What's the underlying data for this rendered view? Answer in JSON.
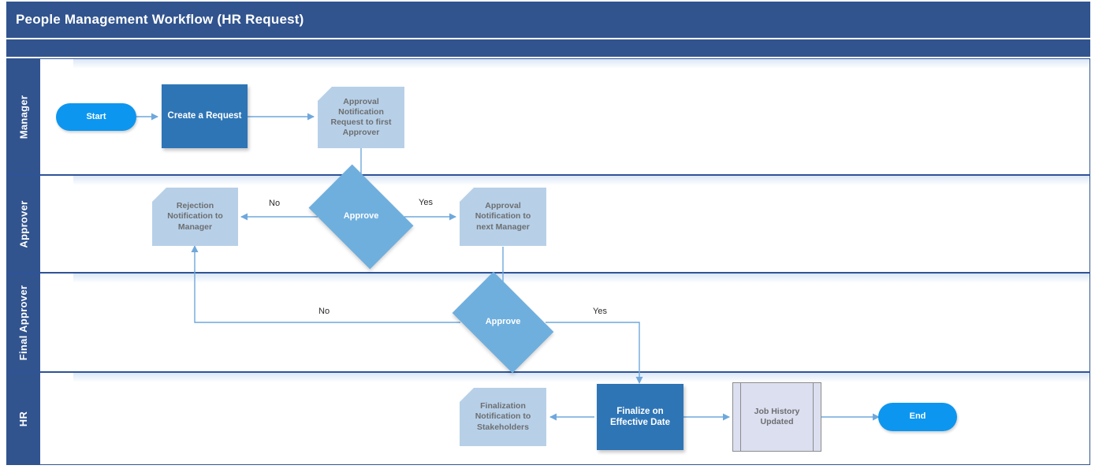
{
  "header": {
    "title": "People Management Workflow (HR Request)",
    "bar_color": "#31548F"
  },
  "theme": {
    "lane_header_color": "#31548F",
    "lane_divider_color": "#2E5398",
    "terminator_fill": "#0D96EF",
    "process_fill": "#2E75B6",
    "note_fill": "#B7D0E8",
    "decision_fill": "#6FAFDE",
    "predefined_fill": "#DCDFF0",
    "connector_color": "#6FA8DC",
    "note_text_color": "#6D6E70"
  },
  "lanes": [
    {
      "id": "manager",
      "label": "Manager"
    },
    {
      "id": "approver",
      "label": "Approver"
    },
    {
      "id": "final-approver",
      "label": "Final Approver"
    },
    {
      "id": "hr",
      "label": "HR"
    }
  ],
  "nodes": [
    {
      "id": "start",
      "lane": "manager",
      "type": "terminator",
      "label": "Start"
    },
    {
      "id": "create-request",
      "lane": "manager",
      "type": "process",
      "label": "Create a Request"
    },
    {
      "id": "approval-notif-1",
      "lane": "manager",
      "type": "note",
      "label": "Approval\nNotification\nRequest to first\nApprover"
    },
    {
      "id": "approve-1",
      "lane": "approver",
      "type": "decision",
      "label": "Approve"
    },
    {
      "id": "rejection-notif",
      "lane": "approver",
      "type": "note",
      "label": "Rejection\nNotification to\nManager"
    },
    {
      "id": "approval-notif-2",
      "lane": "approver",
      "type": "note",
      "label": "Approval\nNotification to\nnext Manager"
    },
    {
      "id": "approve-2",
      "lane": "final-approver",
      "type": "decision",
      "label": "Approve"
    },
    {
      "id": "finalization-notif",
      "lane": "hr",
      "type": "note",
      "label": "Finalization\nNotification to\nStakeholders"
    },
    {
      "id": "finalize",
      "lane": "hr",
      "type": "process",
      "label": "Finalize on\nEffective Date"
    },
    {
      "id": "job-history",
      "lane": "hr",
      "type": "predefined",
      "label": "Job History\nUpdated"
    },
    {
      "id": "end",
      "lane": "hr",
      "type": "terminator",
      "label": "End"
    }
  ],
  "edge_labels": [
    {
      "id": "approve1-no",
      "text": "No"
    },
    {
      "id": "approve1-yes",
      "text": "Yes"
    },
    {
      "id": "approve2-no",
      "text": "No"
    },
    {
      "id": "approve2-yes",
      "text": "Yes"
    }
  ]
}
